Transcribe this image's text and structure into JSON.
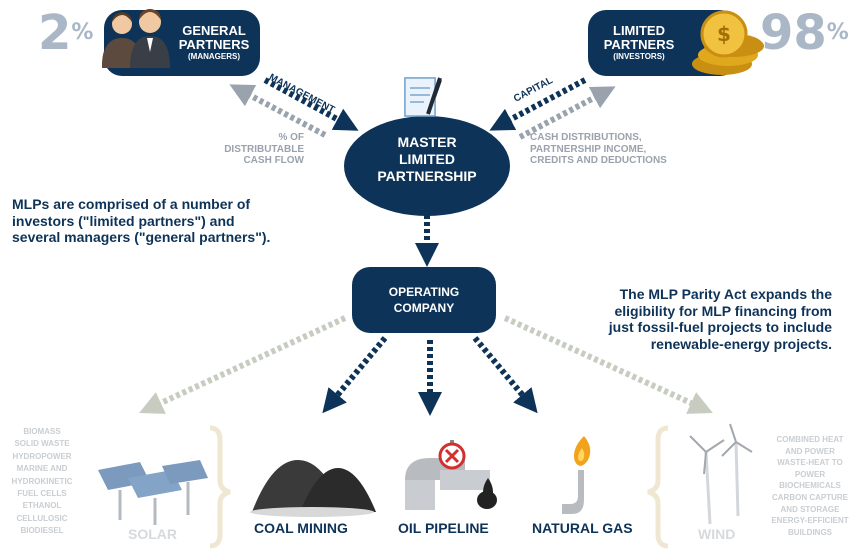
{
  "general_partners": {
    "percent": "2",
    "percent_sign": "%",
    "title_line1": "GENERAL",
    "title_line2": "PARTNERS",
    "subtitle": "(MANAGERS)"
  },
  "limited_partners": {
    "percent": "98",
    "percent_sign": "%",
    "title_line1": "LIMITED",
    "title_line2": "PARTNERS",
    "subtitle": "(INVESTORS)"
  },
  "flows": {
    "management": "MANAGEMENT",
    "capital": "CAPITAL",
    "cash_flow_line1": "% OF",
    "cash_flow_line2": "DISTRIBUTABLE",
    "cash_flow_line3": "CASH FLOW",
    "distributions_line1": "CASH DISTRIBUTIONS,",
    "distributions_line2": "PARTNERSHIP INCOME,",
    "distributions_line3": "CREDITS AND DEDUCTIONS"
  },
  "mlp": {
    "line1": "MASTER",
    "line2": "LIMITED",
    "line3": "PARTNERSHIP"
  },
  "operating_company": {
    "line1": "OPERATING",
    "line2": "COMPANY"
  },
  "description_left": {
    "line1": "MLPs are comprised of a number of",
    "line2": "investors (\"limited partners\") and",
    "line3": "several managers (\"general partners\")."
  },
  "description_right": {
    "line1": "The MLP Parity Act expands the",
    "line2": "eligibility for MLP financing from",
    "line3": "just fossil-fuel projects to include",
    "line4": "renewable-energy projects."
  },
  "sectors": {
    "solar": "SOLAR",
    "coal": "COAL MINING",
    "oil": "OIL PIPELINE",
    "gas": "NATURAL GAS",
    "wind": "WIND"
  },
  "left_list": [
    "BIOMASS",
    "SOLID WASTE",
    "HYDROPOWER",
    "MARINE AND",
    "HYDROKINETIC",
    "FUEL CELLS",
    "ETHANOL",
    "CELLULOSIC",
    "BIODIESEL"
  ],
  "right_list": [
    "COMBINED HEAT",
    "AND POWER",
    "WASTE-HEAT TO",
    "POWER",
    "BIOCHEMICALS",
    "CARBON CAPTURE",
    "AND STORAGE",
    "ENERGY-EFFICIENT",
    "BUILDINGS"
  ],
  "colors": {
    "navy": "#0e3358",
    "grey": "#9aa3ad",
    "faded": "#c9ced3",
    "gold": "#e0a81c"
  }
}
